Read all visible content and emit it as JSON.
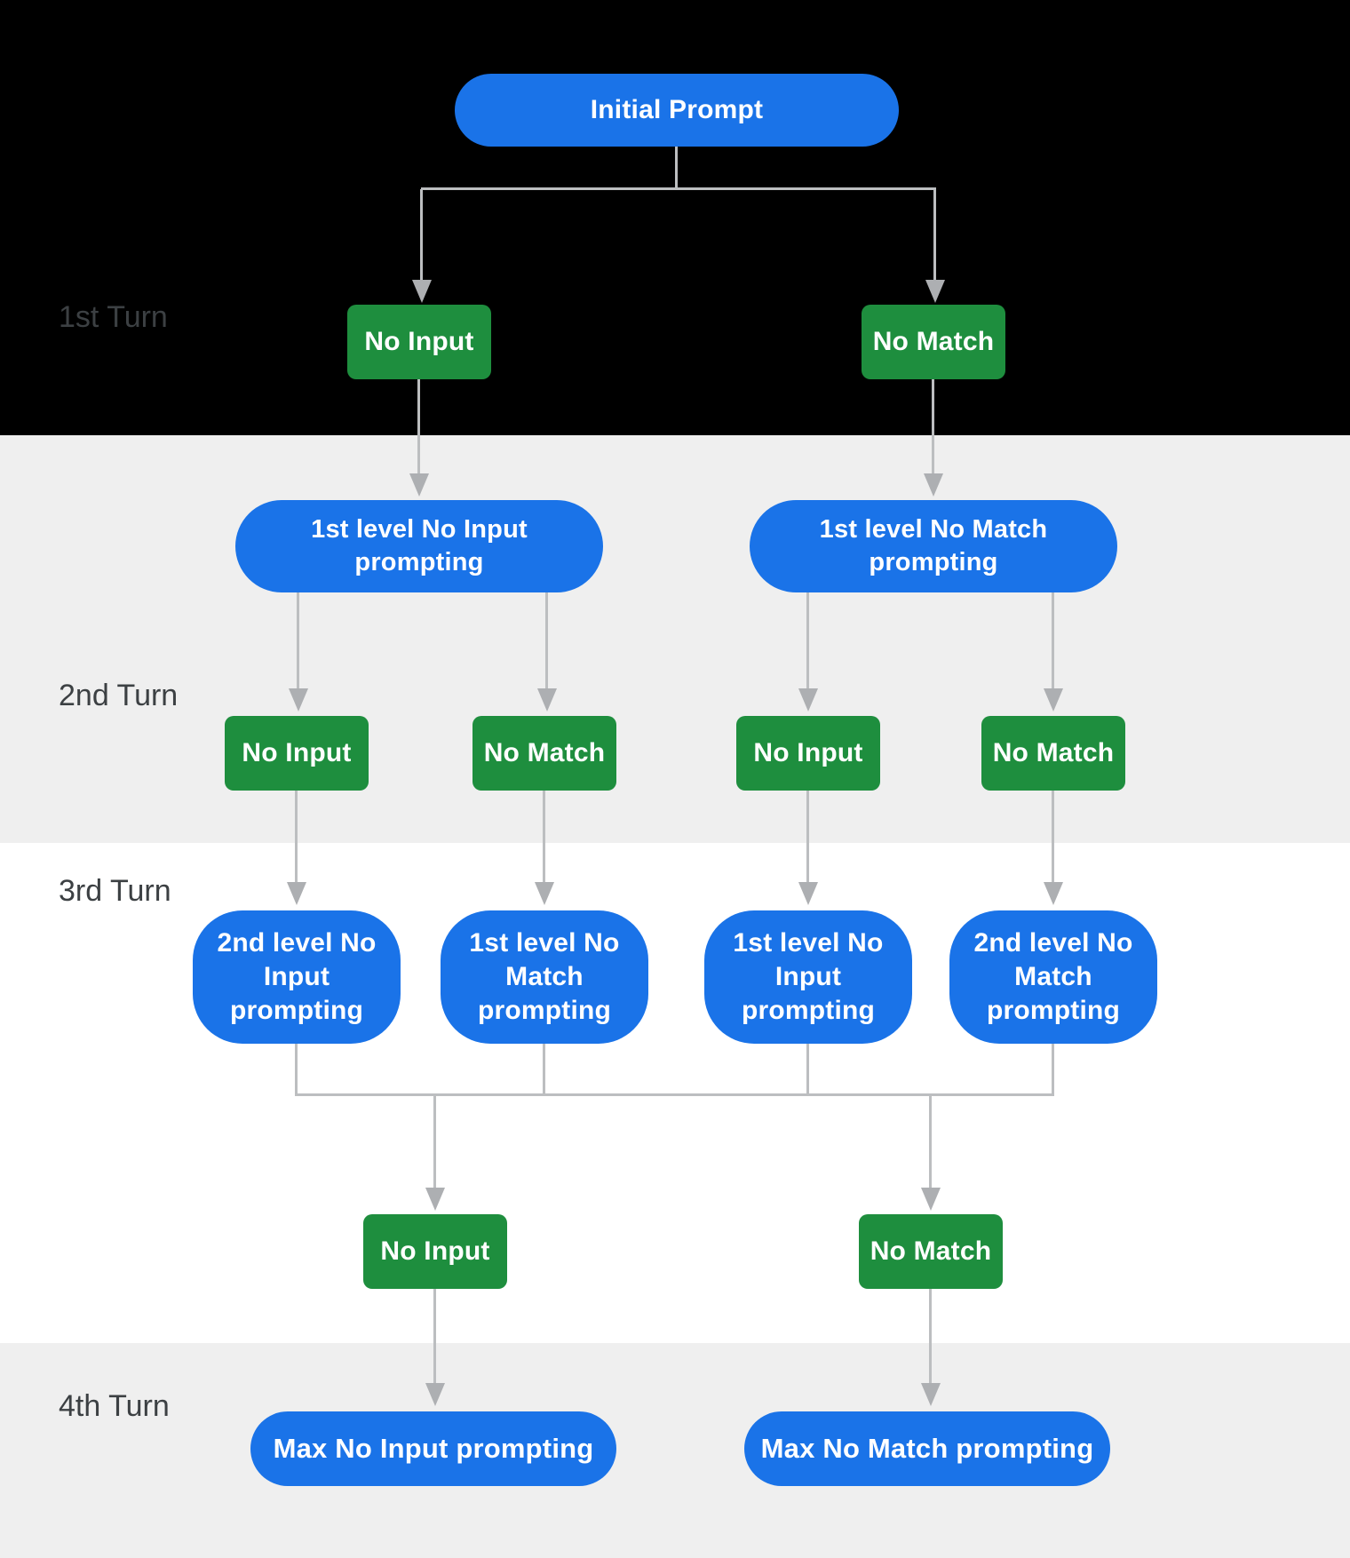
{
  "colors": {
    "blue": "#1a73e8",
    "green": "#1e8e3e",
    "line": "#bcbec0",
    "arrow": "#adafb2",
    "label": "#3c4043",
    "band-gray": "#efefef"
  },
  "turns": [
    "1st Turn",
    "2nd Turn",
    "3rd Turn",
    "4th Turn"
  ],
  "nodes": {
    "initial_prompt": "Initial Prompt",
    "turn1": {
      "no_input": "No Input",
      "no_match": "No Match"
    },
    "level1_no_input_prompting": "1st level No Input prompting",
    "level1_no_match_prompting": "1st level No Match prompting",
    "turn2": [
      "No Input",
      "No Match",
      "No Input",
      "No Match"
    ],
    "turn3_pills": [
      "2nd level No Input prompting",
      "1st level No Match prompting",
      "1st level No Input prompting",
      "2nd level No Match prompting"
    ],
    "turn4": {
      "no_input": "No Input",
      "no_match": "No Match"
    },
    "max_no_input_prompting": "Max No Input prompting",
    "max_no_match_prompting": "Max No Match prompting"
  }
}
